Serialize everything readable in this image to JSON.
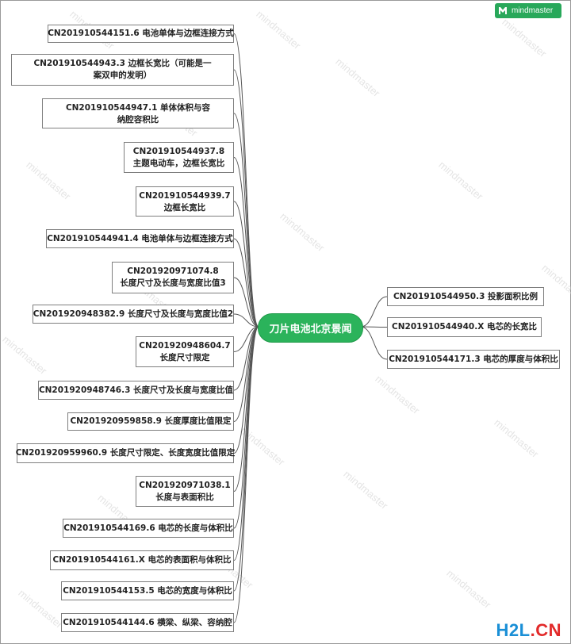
{
  "brand": {
    "badge_label": "mindmaster",
    "badge_icon": "mindmaster-logo-icon",
    "watermark": "mindmaster"
  },
  "site_logo": {
    "part1": "H2L",
    "part2": ".CN"
  },
  "root": {
    "label": "刀片电池北京景闻",
    "color": "#2bb35b"
  },
  "left_nodes": [
    {
      "lines": [
        "CN201910544151.6  电池单体与边框连接方式"
      ]
    },
    {
      "lines": [
        "CN201910544943.3  边框长宽比（可能是一",
        "案双申的发明）"
      ]
    },
    {
      "lines": [
        "CN201910544947.1  单体体积与容",
        "纳腔容积比"
      ]
    },
    {
      "lines": [
        "CN201910544937.8",
        "主题电动车，边框长宽比"
      ]
    },
    {
      "lines": [
        "CN201910544939.7",
        "边框长宽比"
      ]
    },
    {
      "lines": [
        "CN201910544941.4  电池单体与边框连接方式"
      ]
    },
    {
      "lines": [
        "CN201920971074.8",
        "长度尺寸及长度与宽度比值3"
      ]
    },
    {
      "lines": [
        "CN201920948382.9  长度尺寸及长度与宽度比值2"
      ]
    },
    {
      "lines": [
        "CN201920948604.7",
        "长度尺寸限定"
      ]
    },
    {
      "lines": [
        "CN201920948746.3  长度尺寸及长度与宽度比值"
      ]
    },
    {
      "lines": [
        "CN201920959858.9  长度厚度比值限定"
      ]
    },
    {
      "lines": [
        "CN201920959960.9 长度尺寸限定、长度宽度比值限定"
      ]
    },
    {
      "lines": [
        "CN201920971038.1",
        "长度与表面积比"
      ]
    },
    {
      "lines": [
        "CN201910544169.6  电芯的长度与体积比"
      ]
    },
    {
      "lines": [
        "CN201910544161.X  电芯的表面积与体积比"
      ]
    },
    {
      "lines": [
        "CN201910544153.5  电芯的宽度与体积比"
      ]
    },
    {
      "lines": [
        "CN201910544144.6  横梁、纵梁、容纳腔"
      ]
    }
  ],
  "right_nodes": [
    {
      "lines": [
        "CN201910544950.3  投影面积比例"
      ]
    },
    {
      "lines": [
        "CN201910544940.X  电芯的长宽比"
      ]
    },
    {
      "lines": [
        "CN201910544171.3  电芯的厚度与体积比"
      ]
    }
  ]
}
